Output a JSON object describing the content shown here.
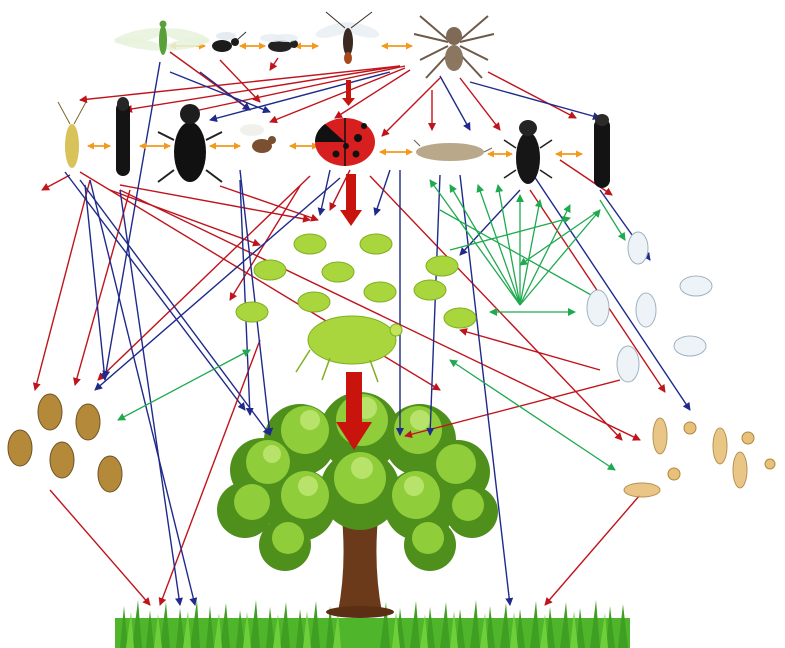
{
  "title": "",
  "colors": {
    "red": "#c0141c",
    "blue": "#1f2a8a",
    "green": "#1faa4f",
    "orange": "#f39a1e",
    "main_flow": "#c8140c",
    "aphid": "#a9d63c",
    "whitefly": "#eef3f8",
    "grass": "#4fb52a"
  },
  "groups": {
    "top_predators": [
      "lacewing",
      "parasitoid-wasp-a",
      "parasitoid-wasp-b",
      "ichneumon-wasp",
      "spider"
    ],
    "middle_predators": [
      "mirid-bug",
      "rove-beetle",
      "ground-beetle",
      "parasitoid-wasp-c",
      "ladybird",
      "lacewing-larva",
      "click-beetle",
      "soldier-beetle"
    ],
    "prey": [
      "aphid-colony",
      "whitefly-group",
      "psyllid-group",
      "shield-bug-group"
    ],
    "base": [
      "tree",
      "grassland"
    ]
  },
  "legend": []
}
